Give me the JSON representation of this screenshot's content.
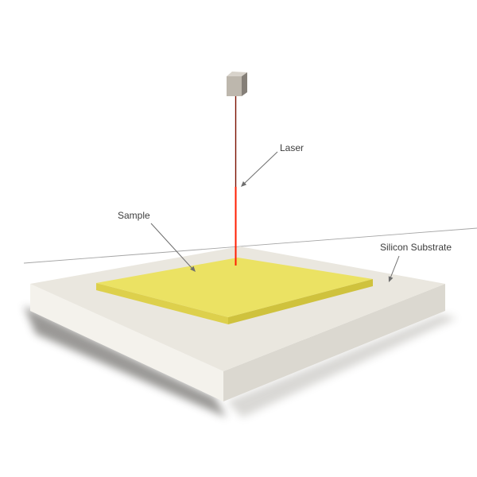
{
  "diagram": {
    "labels": {
      "laser": "Laser",
      "sample": "Sample",
      "substrate": "Silicon Substrate"
    },
    "colors": {
      "background": "#ffffff",
      "horizon_line": "#8f8f8f",
      "beam_upper": "#7a1000",
      "beam_lower": "#ff1e00",
      "emitter_front": "#bdb7ad",
      "emitter_side": "#857f78",
      "emitter_top": "#d8d3cb",
      "substrate_top": "#eae7df",
      "substrate_left_face": "#f4f2ec",
      "substrate_right_face": "#dbd8d0",
      "sample_top": "#ebe263",
      "sample_left_face": "#ddd04c",
      "sample_right_face": "#cfc23d",
      "shadow_dark": "#46443f",
      "shadow_light": "#8a877f",
      "label_text": "#3d3d3d",
      "leader": "#6e6e6e"
    }
  }
}
